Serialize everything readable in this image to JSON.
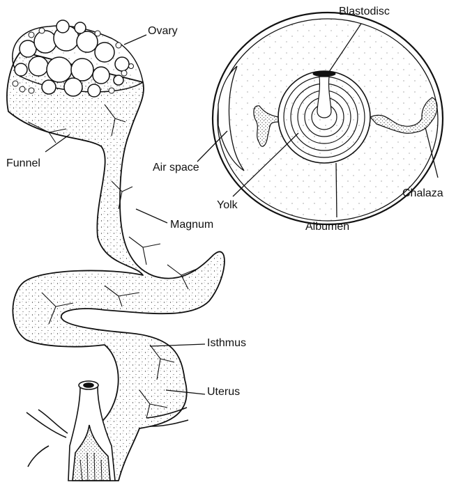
{
  "labels": {
    "ovary": "Ovary",
    "funnel": "Funnel",
    "magnum": "Magnum",
    "isthmus": "Isthmus",
    "uterus": "Uterus",
    "blastodisc": "Blastodisc",
    "air_space": "Air space",
    "yolk": "Yolk",
    "albumen": "Albumen",
    "chalaza": "Chalaza"
  },
  "colors": {
    "ink": "#111111",
    "paper": "#ffffff"
  }
}
